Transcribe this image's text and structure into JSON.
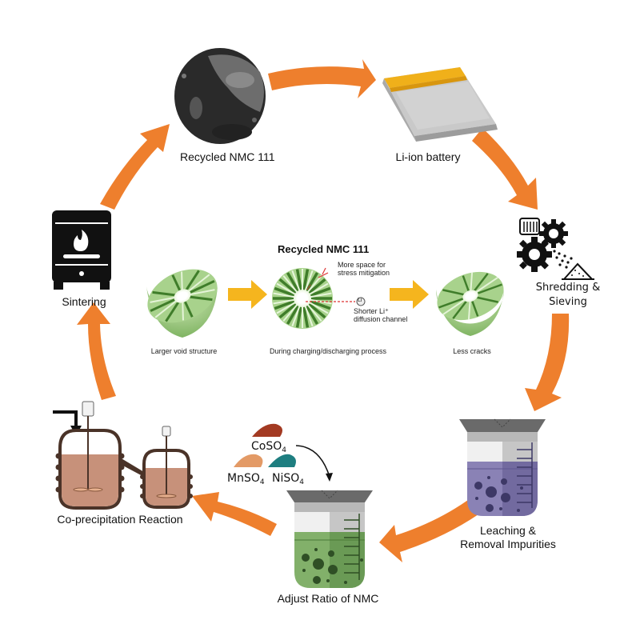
{
  "diagram": {
    "title": "Recycling loop for NMC 111 cathode material",
    "arrow_color": "#EE7F2D",
    "center_arrow_color": "#F5B51E",
    "steps": [
      {
        "id": "recycled-nmc",
        "label": "Recycled NMC 111"
      },
      {
        "id": "li-ion-battery",
        "label": "Li-ion battery"
      },
      {
        "id": "shredding",
        "label_line1": "Shredding &",
        "label_line2": "Sieving"
      },
      {
        "id": "leaching",
        "label_line1": "Leaching &",
        "label_line2": "Removal Impurities"
      },
      {
        "id": "adjust-ratio",
        "label": "Adjust Ratio of NMC"
      },
      {
        "id": "co-precipitation",
        "label": "Co-precipitation Reaction"
      },
      {
        "id": "sintering",
        "label": "Sintering"
      }
    ],
    "reagents": [
      {
        "formula": "CoSO",
        "subscript": "4",
        "color": "#A33A22"
      },
      {
        "formula": "MnSO",
        "subscript": "4",
        "color": "#E39A66"
      },
      {
        "formula": "NiSO",
        "subscript": "4",
        "color": "#1E7E80"
      }
    ],
    "center_panel": {
      "title": "Recycled NMC 111",
      "stages": [
        {
          "label": "Larger void structure"
        },
        {
          "label": "During charging/discharging process"
        },
        {
          "label": "Less cracks"
        }
      ],
      "annotations": {
        "stress_line1": "More space for",
        "stress_line2": "stress mitigation",
        "li_symbol": "Li",
        "diffusion_line1": "Shorter Li⁺",
        "diffusion_line2": "diffusion channel"
      }
    },
    "beaker_colors": {
      "leaching_liquid": "#8A82B5",
      "adjust_liquid": "#82B06A"
    }
  }
}
